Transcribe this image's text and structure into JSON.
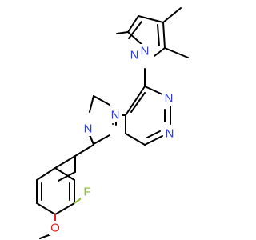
{
  "molecule": {
    "atoms": [
      {
        "id": "n_pz1",
        "label": "N",
        "color": "#2f3df0"
      },
      {
        "id": "n_pz2",
        "label": "N",
        "color": "#2f3df0"
      },
      {
        "id": "n_pm1",
        "label": "N",
        "color": "#2f3df0"
      },
      {
        "id": "n_pm2",
        "label": "N",
        "color": "#2f3df0"
      },
      {
        "id": "n_pp1",
        "label": "N",
        "color": "#2f3df0"
      },
      {
        "id": "n_pp2",
        "label": "N",
        "color": "#2f3df0"
      },
      {
        "id": "f1",
        "label": "F",
        "color": "#8fb93f"
      },
      {
        "id": "o1",
        "label": "O",
        "color": "#e02020"
      }
    ],
    "colors": {
      "bond": "#000000",
      "nitrogen": "#2f3df0",
      "fluorine": "#8fb93f",
      "oxygen": "#e02020"
    }
  }
}
